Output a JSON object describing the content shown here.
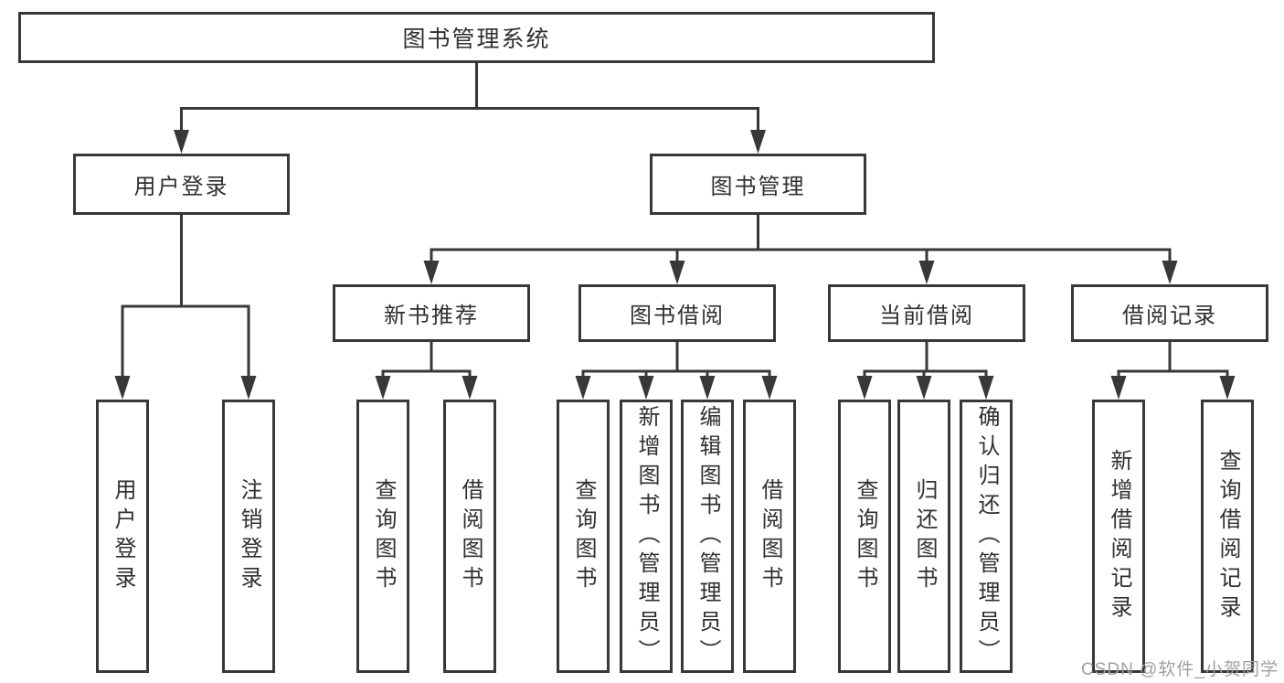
{
  "colors": {
    "line": "#383838",
    "text": "#303030",
    "watermark": "#9f9f9f",
    "background": "#ffffff"
  },
  "watermark": {
    "text": "CSDN @软件_小贺同学"
  },
  "tree": {
    "label": "图书管理系统",
    "children": [
      {
        "label": "用户登录",
        "children": [
          {
            "label": "用户登录"
          },
          {
            "label": "注销登录"
          }
        ]
      },
      {
        "label": "图书管理",
        "children": [
          {
            "label": "新书推荐",
            "children": [
              {
                "label": "查询图书"
              },
              {
                "label": "借阅图书"
              }
            ]
          },
          {
            "label": "图书借阅",
            "children": [
              {
                "label": "查询图书"
              },
              {
                "label": "新增图书（管理员）"
              },
              {
                "label": "编辑图书（管理员）"
              },
              {
                "label": "借阅图书"
              }
            ]
          },
          {
            "label": "当前借阅",
            "children": [
              {
                "label": "查询图书"
              },
              {
                "label": "归还图书"
              },
              {
                "label": "确认归还（管理员）"
              }
            ]
          },
          {
            "label": "借阅记录",
            "children": [
              {
                "label": "新增借阅记录"
              },
              {
                "label": "查询借阅记录"
              }
            ]
          }
        ]
      }
    ]
  }
}
